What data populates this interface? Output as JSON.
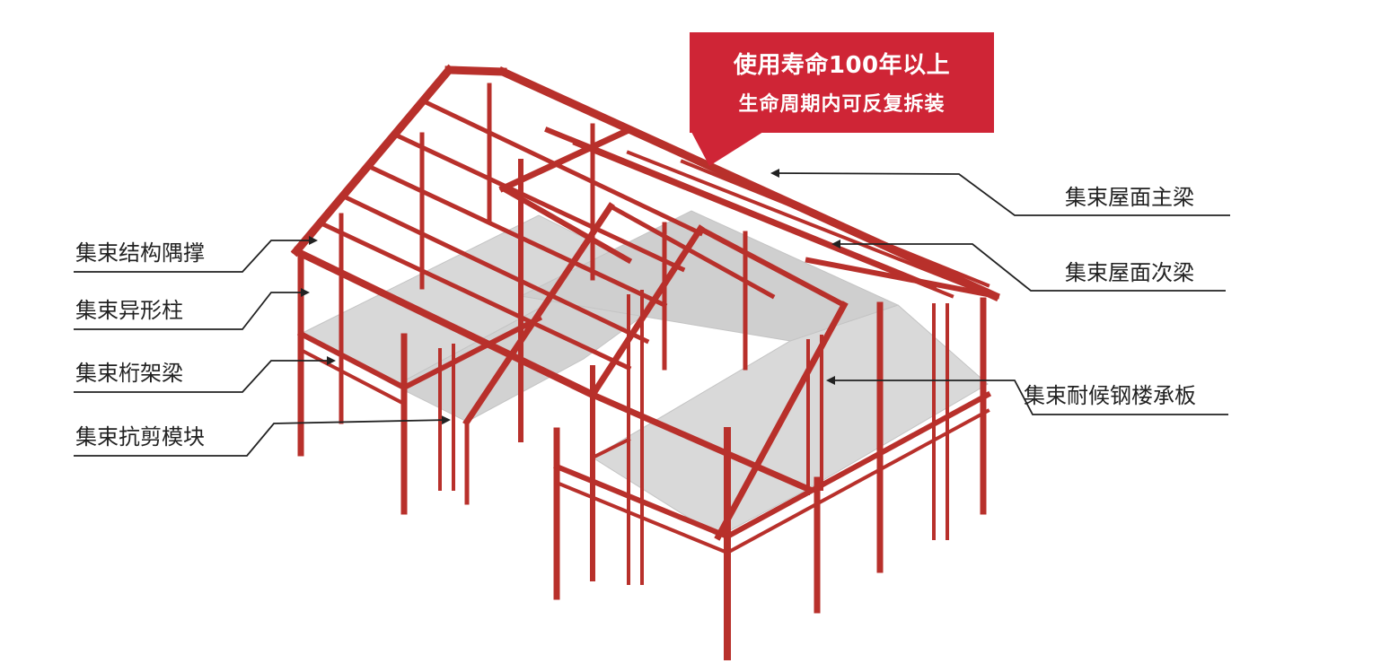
{
  "callout": {
    "line1": "使用寿命100年以上",
    "line2": "生命周期内可反复拆装",
    "color": "#cf2536"
  },
  "labels_left": [
    {
      "text": "集束结构隅撑"
    },
    {
      "text": "集束异形柱"
    },
    {
      "text": "集束桁架梁"
    },
    {
      "text": "集束抗剪模块"
    }
  ],
  "labels_right": [
    {
      "text": "集束屋面主梁"
    },
    {
      "text": "集束屋面次梁"
    },
    {
      "text": "集束耐候钢楼承板"
    }
  ],
  "colors": {
    "steel": "#b8302b",
    "steel_dark": "#8e2220",
    "slab": "#d9d9d9",
    "leader": "#222222"
  }
}
